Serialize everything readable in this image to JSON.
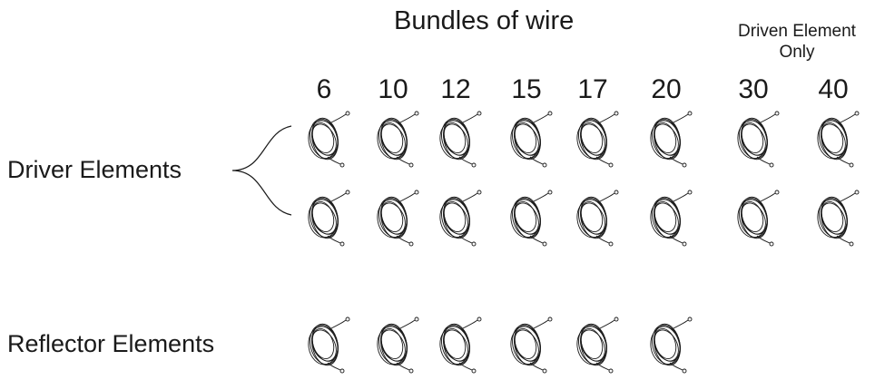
{
  "title": "Bundles of wire",
  "note": {
    "line1": "Driven Element",
    "line2": "Only"
  },
  "columns": [
    "6",
    "10",
    "12",
    "15",
    "17",
    "20",
    "30",
    "40"
  ],
  "rows": {
    "driver": "Driver Elements",
    "reflector": "Reflector Elements"
  },
  "coil_counts": {
    "driver_row_1": 8,
    "driver_row_2": 8,
    "reflector_row": 6
  },
  "colors": {
    "ink": "#1a1a1a",
    "background": "#ffffff"
  }
}
